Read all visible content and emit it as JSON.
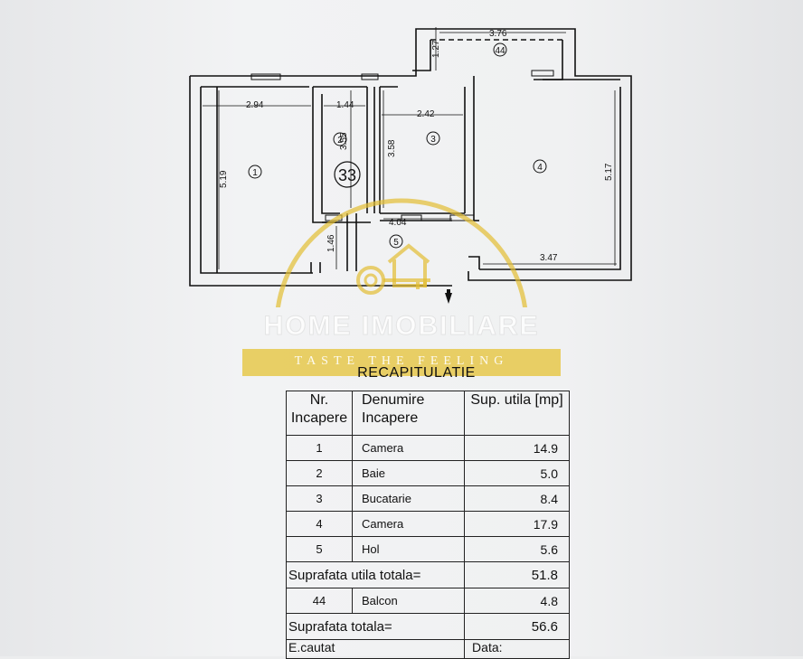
{
  "plan": {
    "dimensions": [
      "2.94",
      "1.44",
      "2.42",
      "3.76",
      "1.27",
      "5.19",
      "3.55",
      "3.58",
      "5.17",
      "4.04",
      "1.46",
      "3.47"
    ],
    "room_markers": [
      "1",
      "2",
      "3",
      "4",
      "5",
      "44"
    ],
    "apartment_number": "33"
  },
  "watermark": {
    "title": "HOME IMOBILIARE",
    "tagline": "TASTE THE FEELING",
    "color": "#e6c43c"
  },
  "summary": {
    "title": "RECAPITULATIE",
    "headers": {
      "col1": "Nr. Incapere",
      "col2": "Denumire Incapere",
      "col3": "Sup. utila [mp]"
    },
    "rooms": [
      {
        "nr": "1",
        "name": "Camera",
        "area": "14.9"
      },
      {
        "nr": "2",
        "name": "Baie",
        "area": "5.0"
      },
      {
        "nr": "3",
        "name": "Bucatarie",
        "area": "8.4"
      },
      {
        "nr": "4",
        "name": "Camera",
        "area": "17.9"
      },
      {
        "nr": "5",
        "name": "Hol",
        "area": "5.6"
      }
    ],
    "useful_total_label": "Suprafata utila totala=",
    "useful_total_value": "51.8",
    "balcony": {
      "nr": "44",
      "name": "Balcon",
      "area": "4.8"
    },
    "grand_total_label": "Suprafata totala=",
    "grand_total_value": "56.6",
    "footer_left": "E.cautat",
    "footer_right": "Data:"
  }
}
